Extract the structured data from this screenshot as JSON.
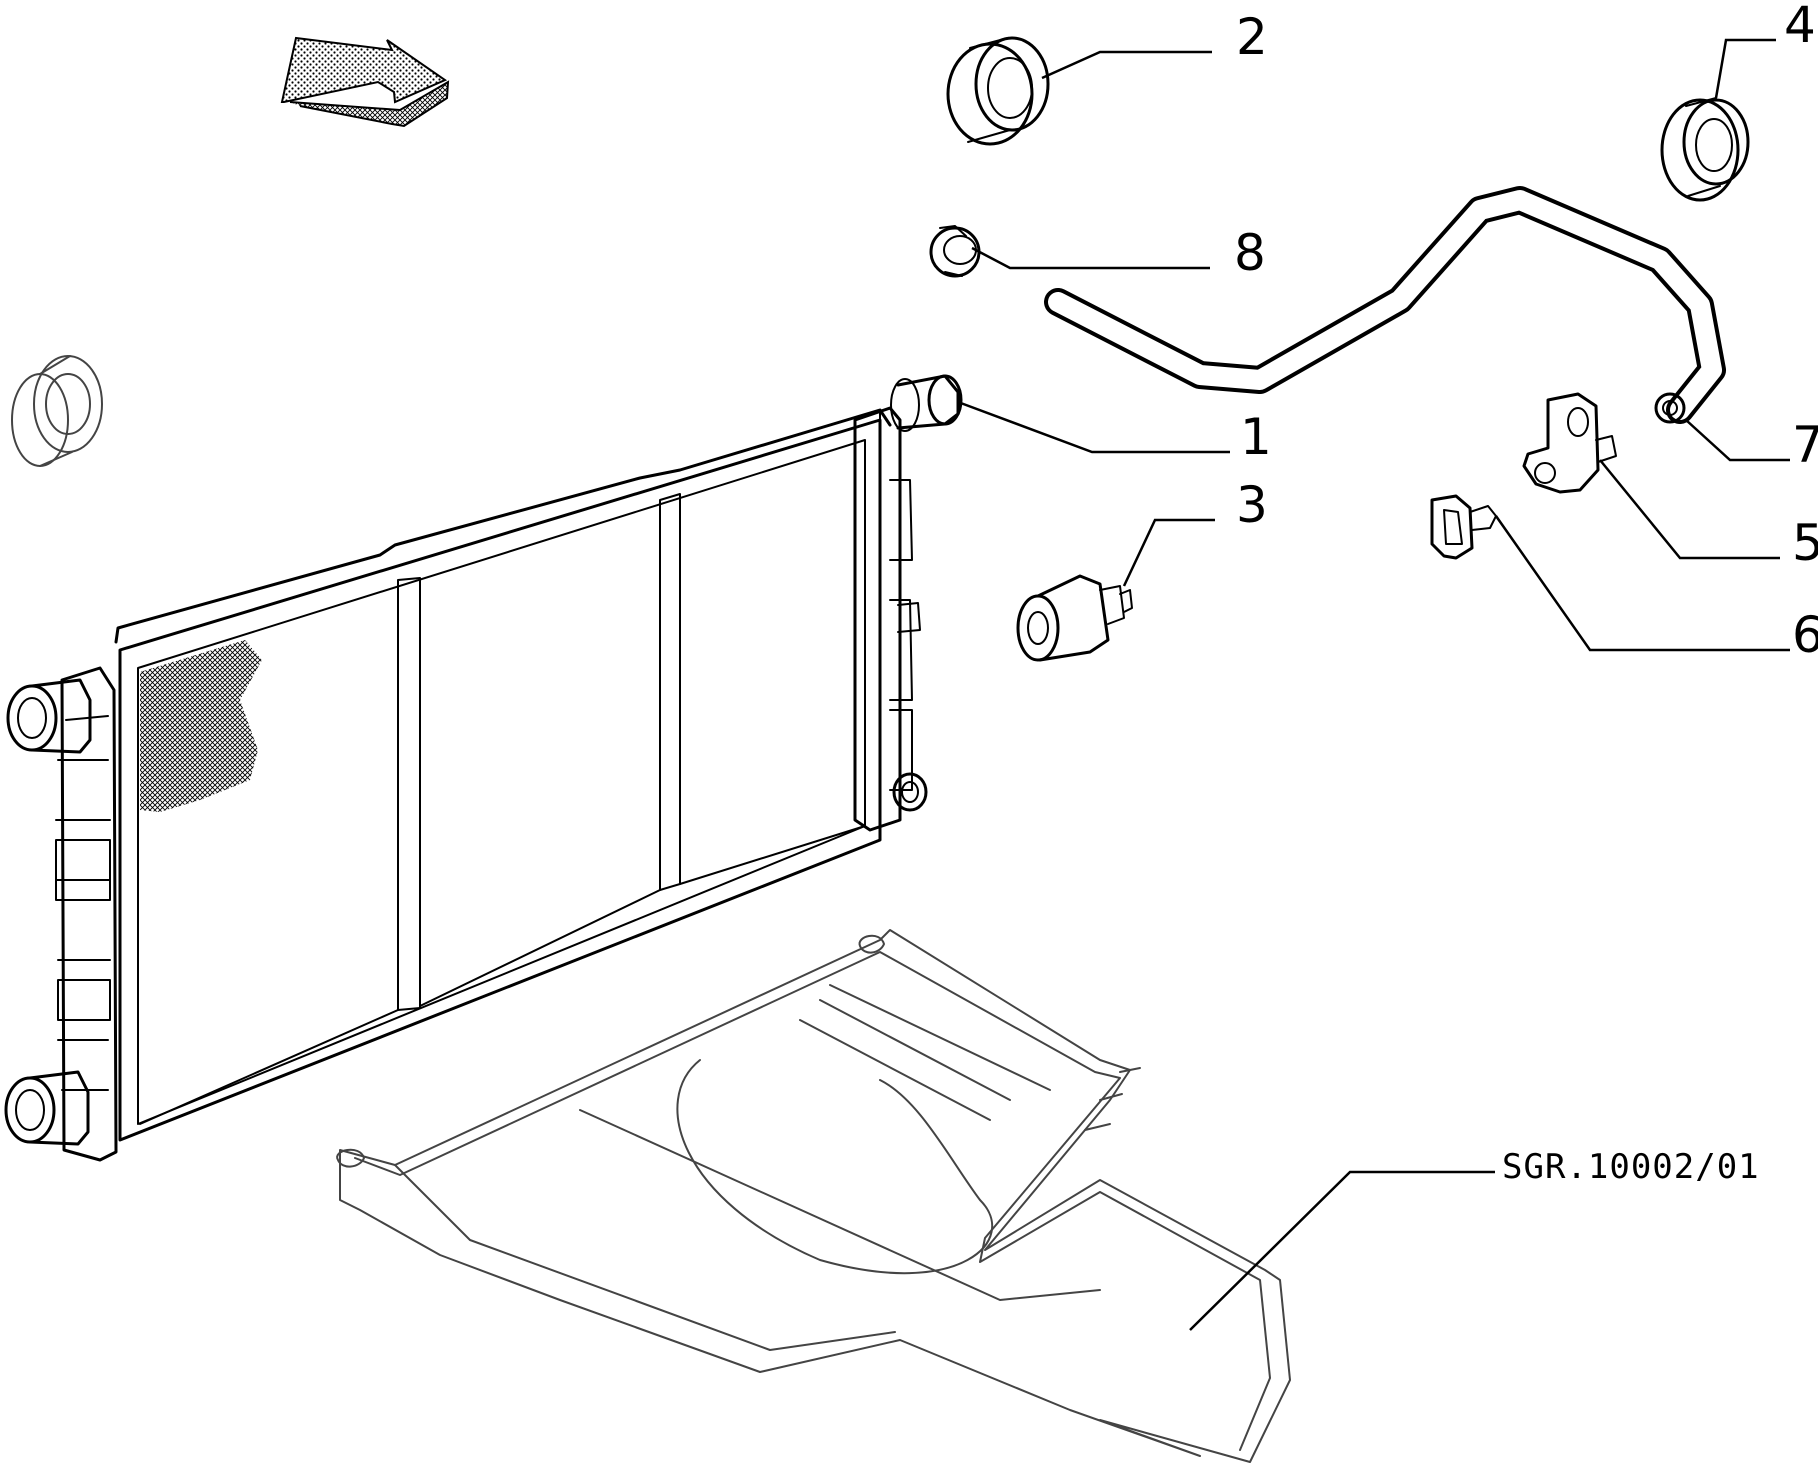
{
  "callouts": [
    {
      "id": "1",
      "label": "1"
    },
    {
      "id": "2",
      "label": "2"
    },
    {
      "id": "3",
      "label": "3"
    },
    {
      "id": "4",
      "label": "4"
    },
    {
      "id": "5",
      "label": "5"
    },
    {
      "id": "6",
      "label": "6"
    },
    {
      "id": "7",
      "label": "7"
    },
    {
      "id": "8",
      "label": "8"
    }
  ],
  "drawing_code": "SGR.10002/01",
  "icons": [
    "front-direction-arrow-icon"
  ]
}
